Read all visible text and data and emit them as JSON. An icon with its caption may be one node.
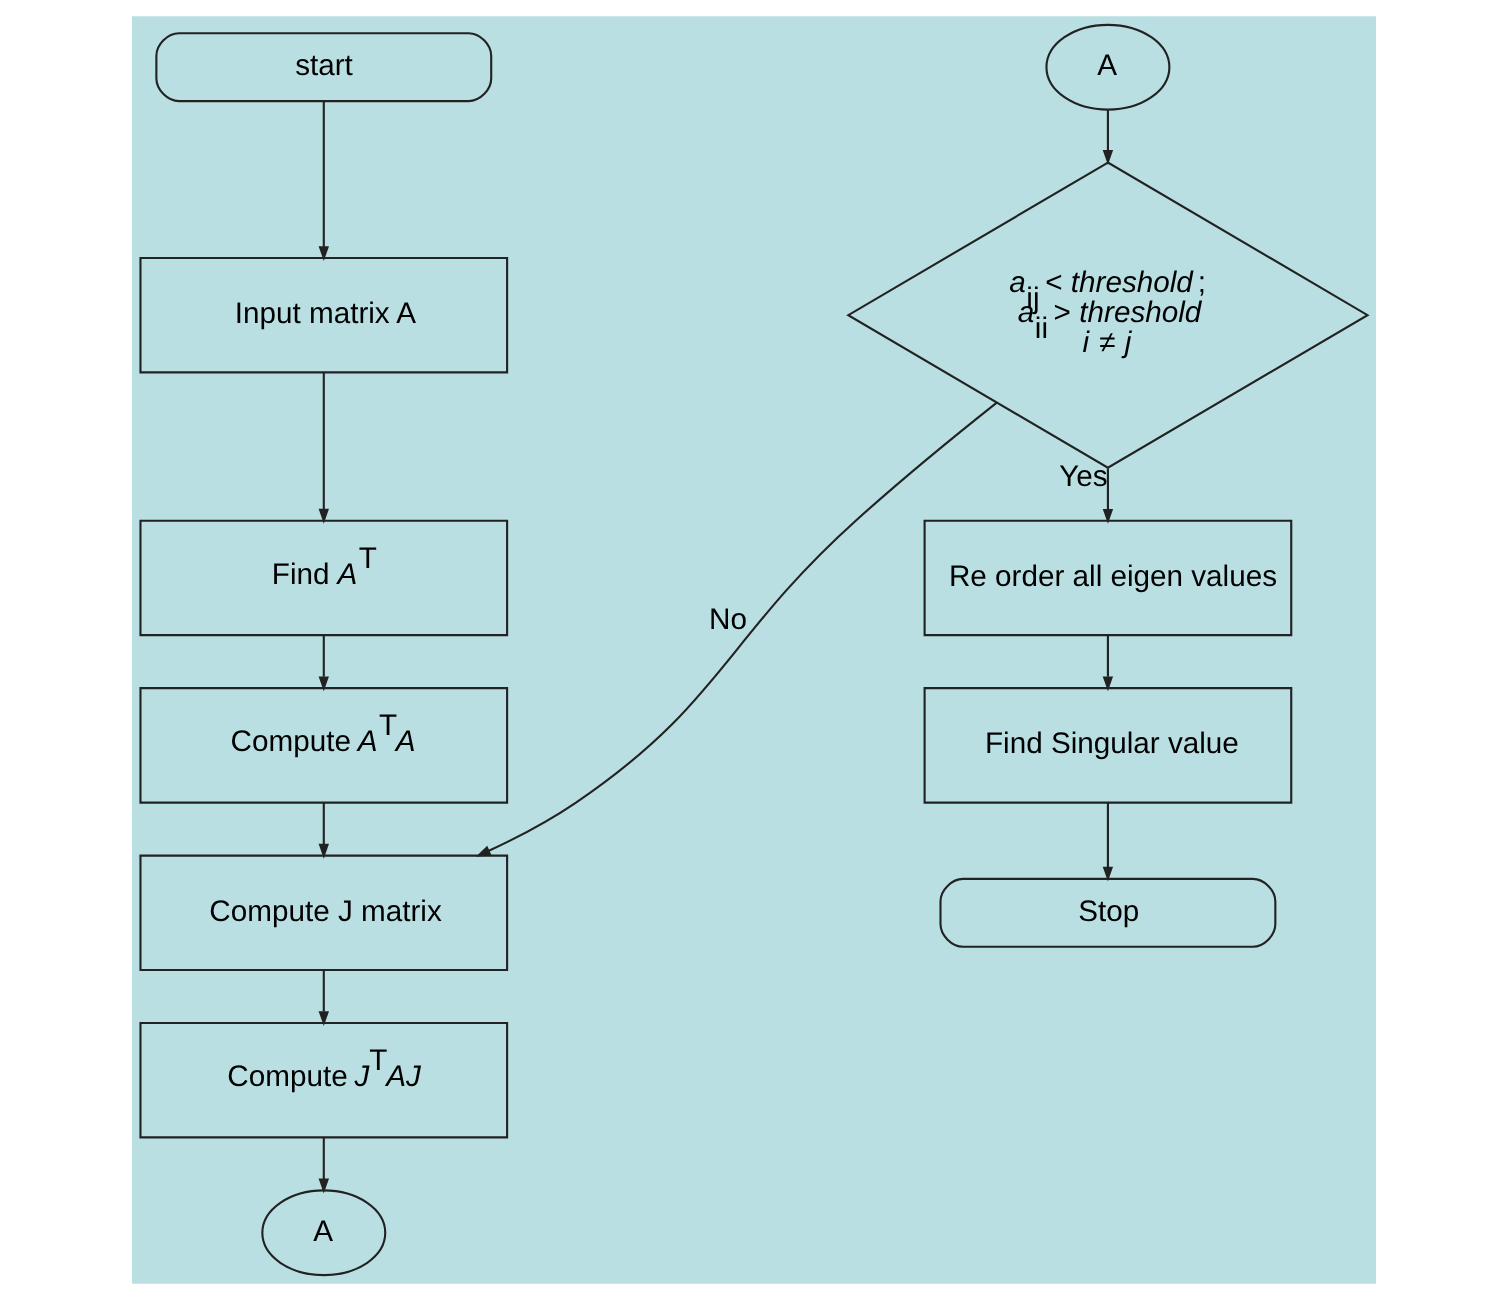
{
  "diagram": {
    "nodes": [
      {
        "text": [
          "start"
        ]
      },
      {
        "text": [
          "Input matrix A"
        ]
      },
      {
        "text": [
          "Find *A*$^{T}$"
        ]
      },
      {
        "text": [
          "Compute *A*$^{T}$*A*"
        ]
      },
      {
        "text": [
          "Compute J matrix"
        ]
      },
      {
        "text": [
          "Compute *J*$^{T}$*AJ*"
        ]
      },
      {
        "text": [
          "A"
        ]
      },
      {
        "text": [
          "A"
        ]
      },
      {
        "text": [
          "*a*$_{ij}$ < *threshold* ;",
          "*a*$_{ii}$ > *threshold*",
          "*i* ≠ *j*"
        ]
      },
      {
        "text": [
          "Re order all eigen values"
        ]
      },
      {
        "text": [
          "Find Singular value"
        ]
      },
      {
        "text": [
          "Stop"
        ]
      }
    ],
    "edges": [
      {
        "from": 0,
        "to": 1,
        "arrow": "to"
      },
      {
        "from": 1,
        "to": 2,
        "arrow": "to"
      },
      {
        "from": 2,
        "to": 3,
        "arrow": "to"
      },
      {
        "from": 3,
        "to": 4,
        "arrow": "to"
      },
      {
        "from": 8,
        "to": 4,
        "arrow": "to",
        "label": "No"
      },
      {
        "from": 4,
        "to": 5,
        "arrow": "to"
      },
      {
        "from": 5,
        "to": 6,
        "arrow": "to"
      },
      {
        "from": 7,
        "to": 8,
        "arrow": "to"
      },
      {
        "from": 8,
        "to": 9,
        "arrow": "to",
        "label": "Yes"
      },
      {
        "from": 9,
        "to": 10,
        "arrow": "to"
      },
      {
        "from": 10,
        "to": 11,
        "arrow": "to"
      }
    ]
  }
}
